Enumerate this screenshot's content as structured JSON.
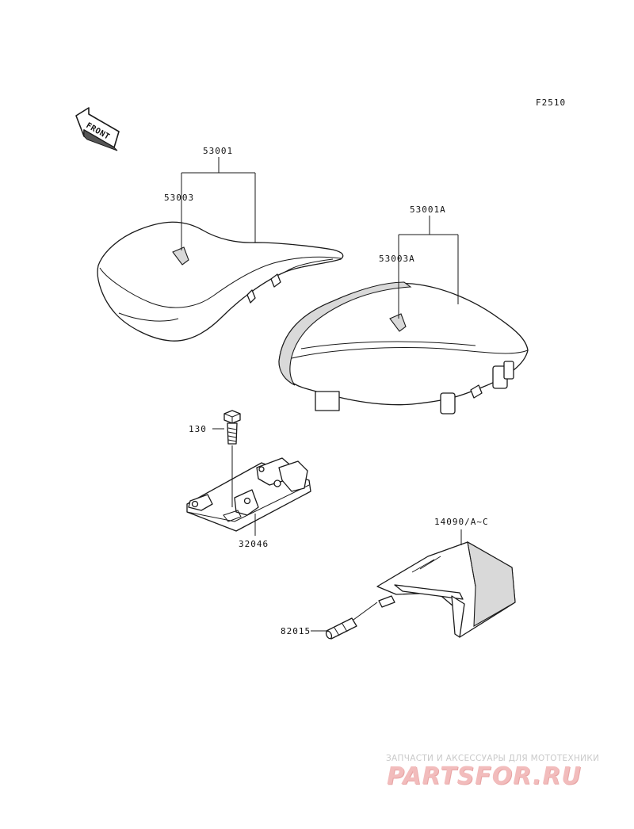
{
  "diagram": {
    "code": "F2510",
    "front_label": "FRONT",
    "callouts": {
      "front_seat": "53001",
      "front_seat_emblem": "53003",
      "rear_seat": "53001A",
      "rear_seat_emblem": "53003A",
      "bolt": "130",
      "bracket": "32046",
      "cover": "14090/A~C",
      "pin": "82015"
    }
  },
  "watermark": {
    "tagline": "ЗАПЧАСТИ И АКСЕССУАРЫ ДЛЯ МОТОТЕХНИКИ",
    "logo": "PARTSFOR.RU"
  }
}
